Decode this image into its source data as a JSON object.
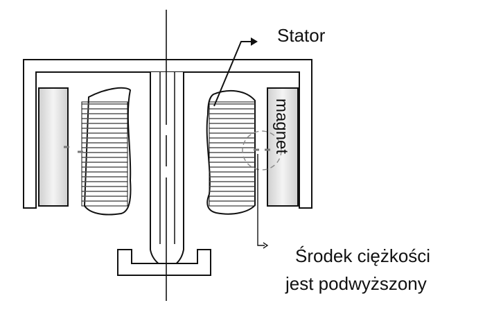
{
  "labels": {
    "stator": "Stator",
    "magnet": "magnet",
    "center_line1": "Środek ciężkości",
    "center_line2": "jest podwyższony"
  },
  "colors": {
    "line": "#111111",
    "magnet_fill": "#d8d8d8",
    "dash": "#777777"
  }
}
